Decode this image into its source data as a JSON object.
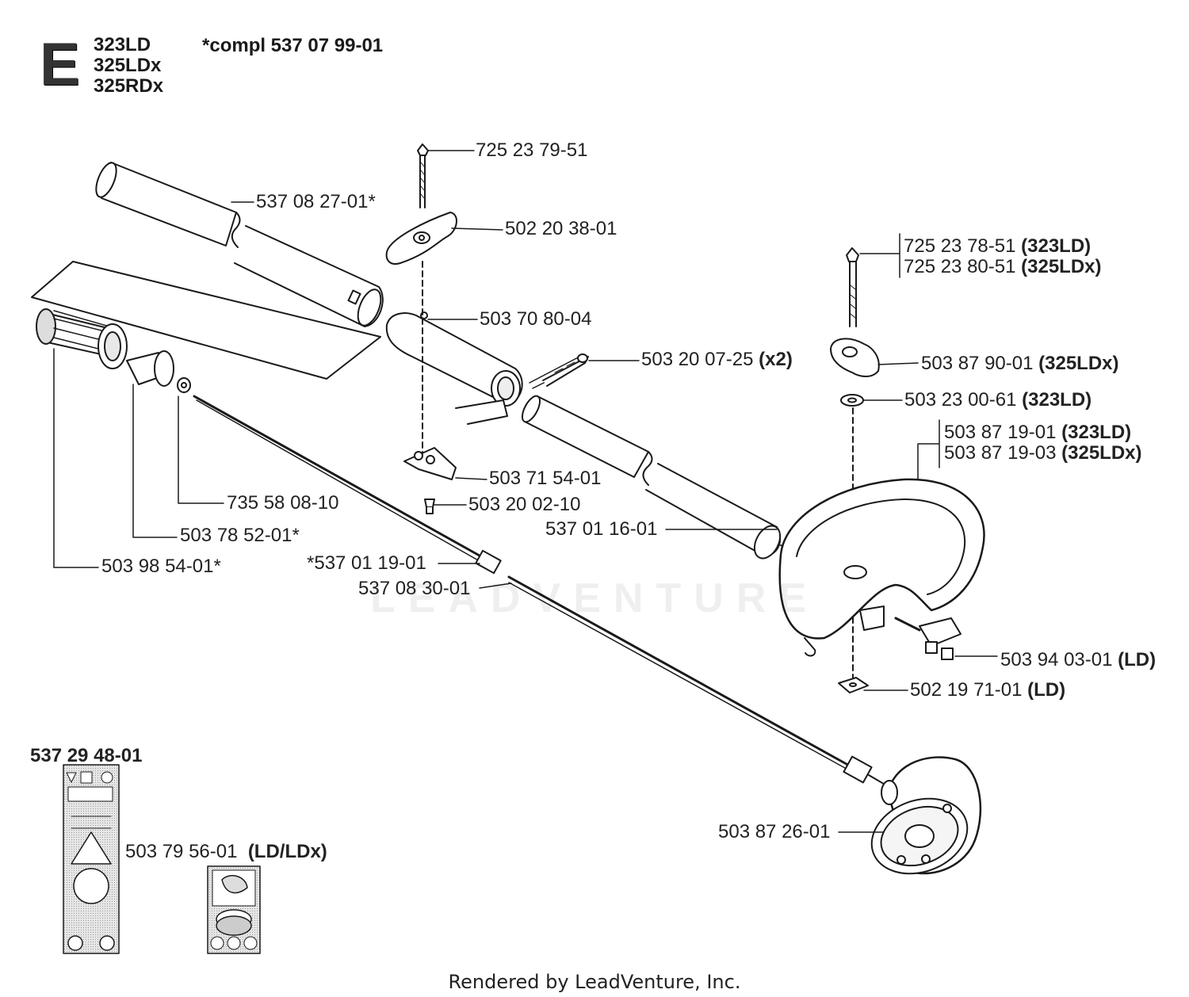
{
  "header": {
    "section_letter": "E",
    "models": [
      "323LD",
      "325LDx",
      "325RDx"
    ],
    "kit_note": "*compl 537 07 99-01"
  },
  "parts": {
    "p1": {
      "number": "725 23 79-51",
      "qualifier": ""
    },
    "p2": {
      "number": "537 08 27-01*",
      "qualifier": ""
    },
    "p3": {
      "number": "502 20 38-01",
      "qualifier": ""
    },
    "p4a": {
      "number": "725 23 78-51",
      "qualifier": "(323LD)"
    },
    "p4b": {
      "number": "725 23 80-51",
      "qualifier": "(325LDx)"
    },
    "p5": {
      "number": "503 70 80-04",
      "qualifier": ""
    },
    "p6": {
      "number": "503 20 07-25",
      "qualifier": "(x2)"
    },
    "p7": {
      "number": "503 87 90-01",
      "qualifier": "(325LDx)"
    },
    "p8": {
      "number": "503 23 00-61",
      "qualifier": "(323LD)"
    },
    "p9a": {
      "number": "503 87 19-01",
      "qualifier": "(323LD)"
    },
    "p9b": {
      "number": "503 87 19-03",
      "qualifier": "(325LDx)"
    },
    "p10": {
      "number": "503 71 54-01",
      "qualifier": ""
    },
    "p11": {
      "number": "503 20 02-10",
      "qualifier": ""
    },
    "p12": {
      "number": "735 58 08-10",
      "qualifier": ""
    },
    "p13": {
      "number": "537 01 16-01",
      "qualifier": ""
    },
    "p14": {
      "number": "503 78 52-01*",
      "qualifier": ""
    },
    "p15": {
      "number": "503 98 54-01*",
      "qualifier": ""
    },
    "p16": {
      "number": "*537 01 19-01",
      "qualifier": ""
    },
    "p17": {
      "number": "537 08 30-01",
      "qualifier": ""
    },
    "p18": {
      "number": "503 94 03-01",
      "qualifier": "(LD)"
    },
    "p19": {
      "number": "502 19 71-01",
      "qualifier": "(LD)"
    },
    "p20": {
      "number": "503 87 26-01",
      "qualifier": ""
    },
    "p21": {
      "number": "503 79 56-01",
      "qualifier": "(LD/LDx)"
    }
  },
  "decal_kit": {
    "number": "537 29 48-01"
  },
  "watermark": "LEADVENTURE",
  "footer": "Rendered by LeadVenture, Inc."
}
